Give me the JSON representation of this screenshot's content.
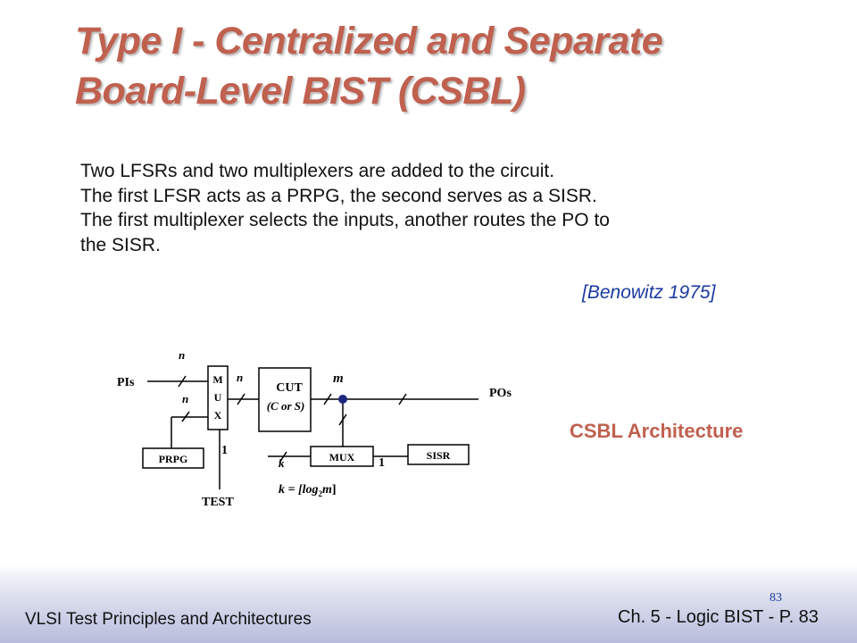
{
  "slide": {
    "title_line1": "Type I - Centralized and Separate",
    "title_line2": "Board-Level BIST (CSBL)",
    "body_lines": [
      "Two LFSRs and two multiplexers are added to the circuit.",
      "The first LFSR acts as a PRPG, the second serves as a SISR.",
      "The first multiplexer selects the inputs, another routes the PO to",
      "the SISR."
    ],
    "citation": "[Benowitz 1975]",
    "architecture_label": "CSBL Architecture"
  },
  "diagram": {
    "pis_label": "PIs",
    "pos_label": "POs",
    "n_top": "n",
    "n_mid": "n",
    "n_right": "n",
    "m_label": "m",
    "mux1_letters": [
      "M",
      "U",
      "X"
    ],
    "cut_line1": "CUT",
    "cut_line2": "(C or S)",
    "prpg_label": "PRPG",
    "mux2_label": "MUX",
    "sisr_label": "SISR",
    "one_left": "1",
    "one_right": "1",
    "k_label": "k",
    "formula_prefix": "k = [log",
    "formula_sub": "2",
    "formula_var": "m",
    "formula_suffix": "]",
    "test_label": "TEST"
  },
  "footer": {
    "left": "VLSI Test Principles and Architectures",
    "right": "Ch. 5 - Logic BIST - P. 83",
    "page_number": "83"
  }
}
